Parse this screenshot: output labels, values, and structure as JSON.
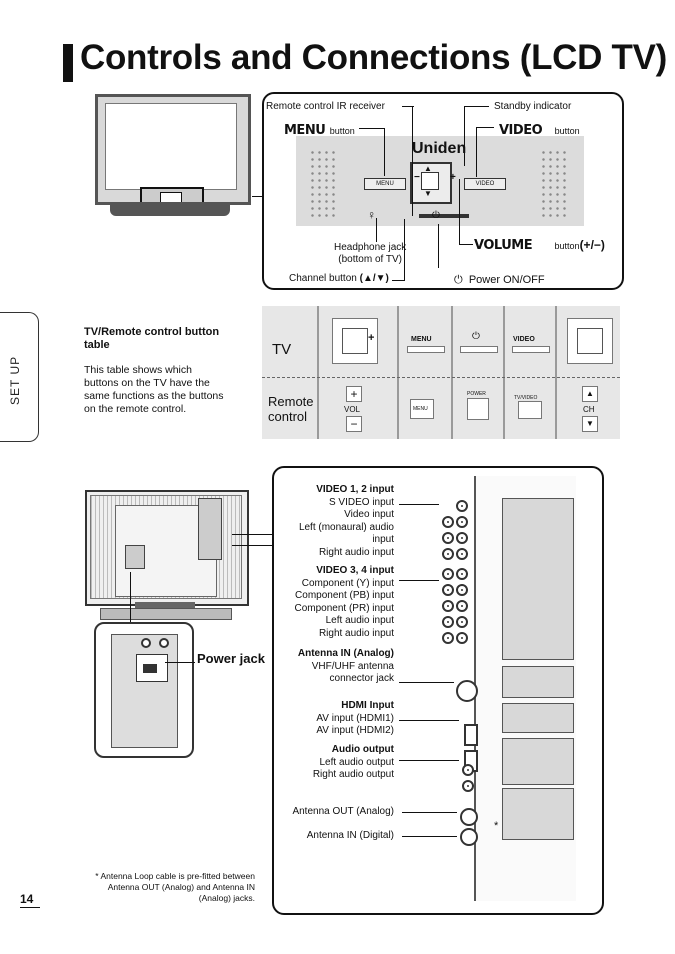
{
  "header": {
    "title": "Controls and Connections (LCD TV)"
  },
  "top_diagram": {
    "brand": "Uniden",
    "remote_ir": "Remote control IR receiver",
    "standby": "Standby indicator",
    "menu_word": "MENU",
    "menu_suffix": "button",
    "video_word": "VIDEO",
    "video_suffix": "button",
    "menu_btn": "MENU",
    "video_btn": "VIDEO",
    "headphone_1": "Headphone jack",
    "headphone_2": "(bottom of TV)",
    "volume_word": "VOLUME",
    "volume_suffix": "button",
    "volume_sign": "(+/−)",
    "channel": "Channel button",
    "channel_sign": "(▲/▼)",
    "power": "Power ON/OFF"
  },
  "side_tab": "SET UP",
  "table_intro": {
    "title_1": "TV/Remote control button",
    "title_2": "table",
    "body_1": "This table shows which",
    "body_2": "buttons on the TV have the",
    "body_3": "same functions as the buttons",
    "body_4": "on the remote control."
  },
  "button_table": {
    "tv": "TV",
    "remote_1": "Remote",
    "remote_2": "control",
    "menu": "MENU",
    "video": "VIDEO",
    "vol": "VOL",
    "ch": "CH",
    "r_menu": "MENU",
    "power": "POWER",
    "tvvideo": "TV/VIDEO"
  },
  "power_jack": "Power jack",
  "connections": {
    "v12_title": "VIDEO 1, 2 input",
    "v12_1": "S VIDEO input",
    "v12_2": "Video input",
    "v12_3": "Left (monaural) audio",
    "v12_4": "input",
    "v12_5": "Right audio input",
    "v34_title": "VIDEO 3, 4 input",
    "v34_1": "Component (Y) input",
    "v34_2": "Component (PB) input",
    "v34_3": "Component (PR) input",
    "v34_4": "Left audio input",
    "v34_5": "Right audio input",
    "ant_title": "Antenna IN (Analog)",
    "ant_1": "VHF/UHF antenna",
    "ant_2": "connector jack",
    "hdmi_title": "HDMI Input",
    "hdmi_1": "AV input (HDMI1)",
    "hdmi_2": "AV input (HDMI2)",
    "audio_title": "Audio output",
    "audio_1": "Left audio output",
    "audio_2": "Right audio output",
    "ant_out": "Antenna OUT (Analog)",
    "ant_in_dig": "Antenna IN (Digital)",
    "star": "*"
  },
  "footnote": {
    "line_1": "* Antenna Loop cable is pre-fitted between",
    "line_2": "Antenna OUT (Analog) and Antenna IN",
    "line_3": "(Analog) jacks."
  },
  "page_number": "14"
}
